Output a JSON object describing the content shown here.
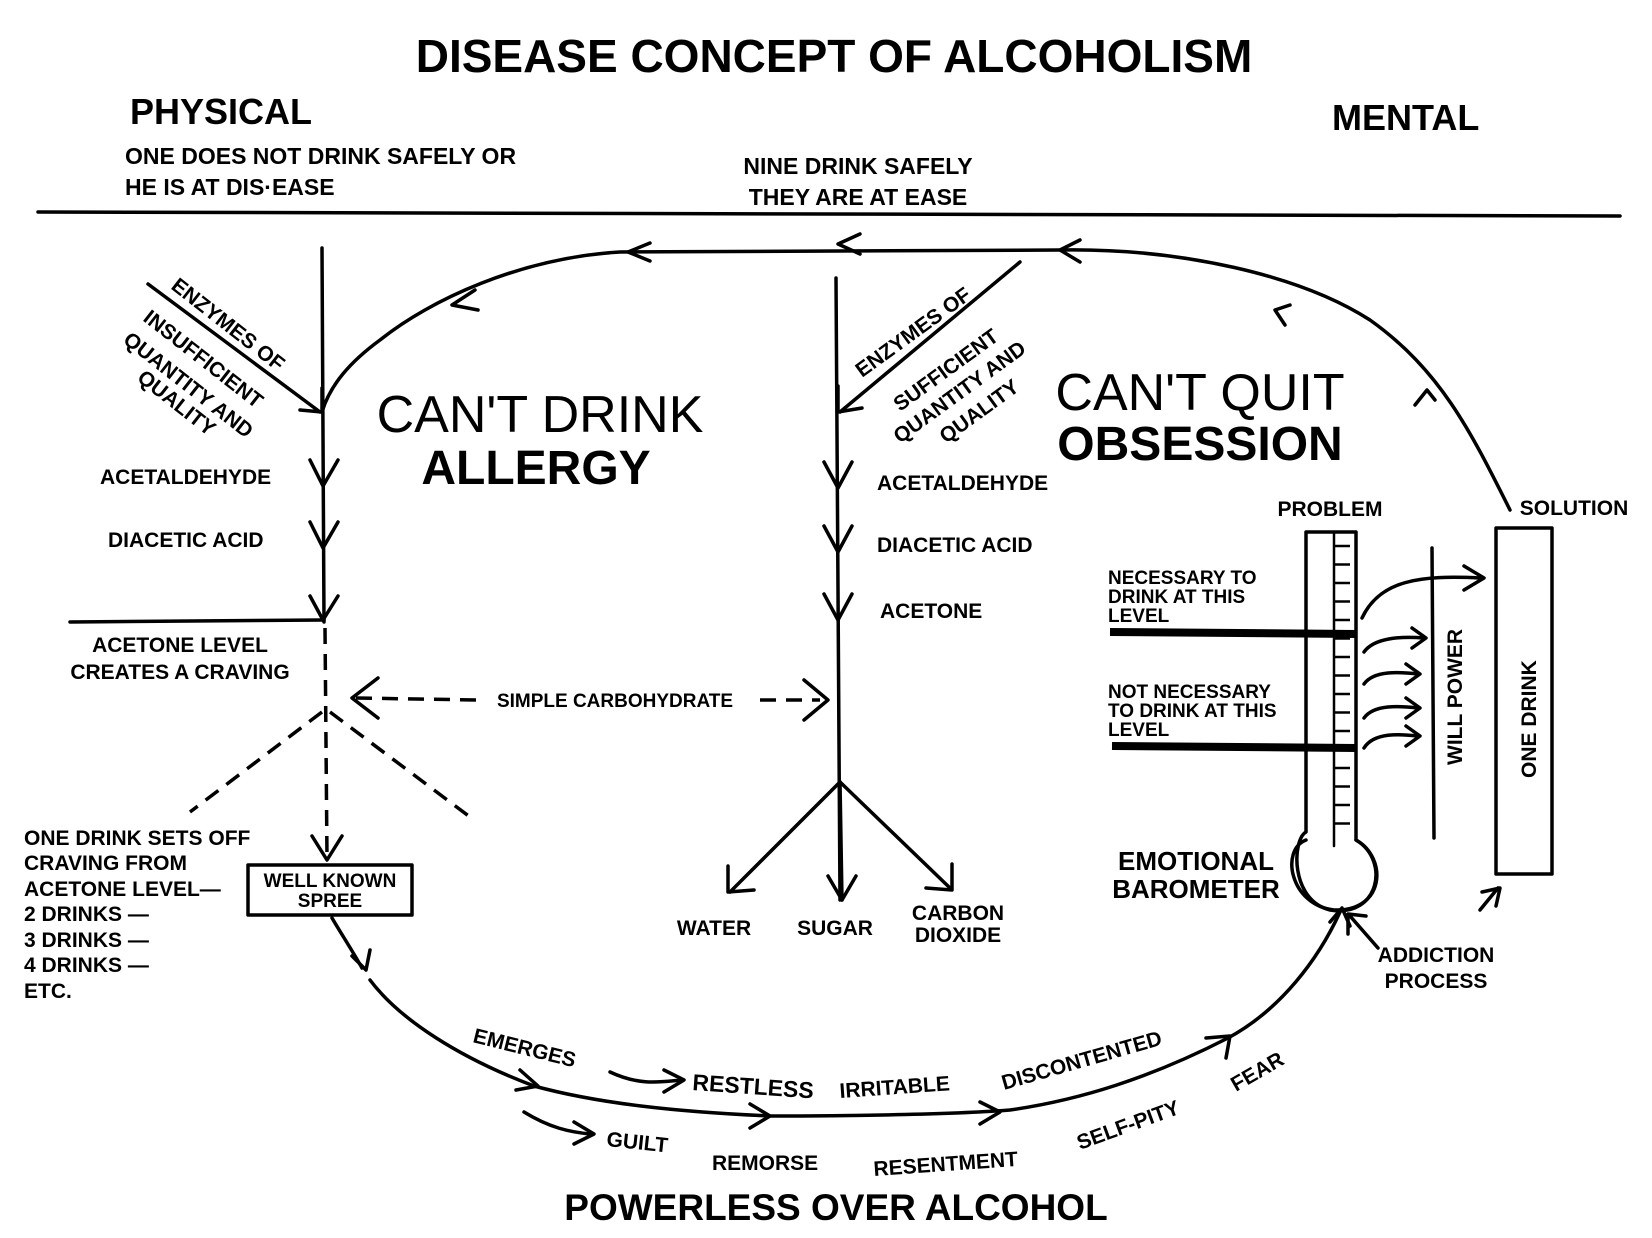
{
  "title": "DISEASE CONCEPT OF ALCOHOLISM",
  "physical": "PHYSICAL",
  "mental": "MENTAL",
  "one_not_safe": [
    "ONE DOES NOT DRINK SAFELY OR",
    "HE IS AT DIS·EASE"
  ],
  "nine_safe": [
    "NINE DRINK SAFELY",
    "THEY ARE AT EASE"
  ],
  "left_enzymes": [
    "ENZYMES OF",
    "INSUFFICIENT",
    "QUANTITY AND",
    "QUALITY"
  ],
  "right_enzymes": [
    "ENZYMES OF",
    "SUFFICIENT",
    "QUANTITY AND",
    "QUALITY"
  ],
  "cant_drink": "CAN'T DRINK",
  "allergy": "ALLERGY",
  "cant_quit": "CAN'T QUIT",
  "obsession": "OBSESSION",
  "left_chain": [
    "ACETALDEHYDE",
    "DIACETIC ACID"
  ],
  "acetone_level": [
    "ACETONE LEVEL",
    "CREATES A CRAVING"
  ],
  "right_chain": [
    "ACETALDEHYDE",
    "DIACETIC ACID",
    "ACETONE"
  ],
  "simple_carb": "SIMPLE CARBOHYDRATE",
  "products": [
    "WATER",
    "SUGAR",
    "CARBON",
    "DIOXIDE"
  ],
  "one_drink_sets": [
    "ONE DRINK SETS OFF",
    "CRAVING FROM",
    "ACETONE LEVEL—",
    "2 DRINKS —",
    "3 DRINKS —",
    "4 DRINKS —",
    "ETC."
  ],
  "spree": [
    "WELL KNOWN",
    "SPREE"
  ],
  "problem": "PROBLEM",
  "solution": "SOLUTION",
  "necessary": [
    "NECESSARY TO",
    "DRINK AT THIS",
    "LEVEL"
  ],
  "not_necessary": [
    "NOT NECESSARY",
    "TO DRINK AT THIS",
    "LEVEL"
  ],
  "will_power": "WILL POWER",
  "one_drink": "ONE DRINK",
  "barometer": [
    "EMOTIONAL",
    "BAROMETER"
  ],
  "addiction": [
    "ADDICTION",
    "PROCESS"
  ],
  "cycle_upper": [
    "EMERGES",
    "RESTLESS",
    "IRRITABLE",
    "DISCONTENTED"
  ],
  "cycle_lower": [
    "GUILT",
    "REMORSE",
    "RESENTMENT",
    "SELF-PITY",
    "FEAR"
  ],
  "powerless": "POWERLESS OVER ALCOHOL"
}
